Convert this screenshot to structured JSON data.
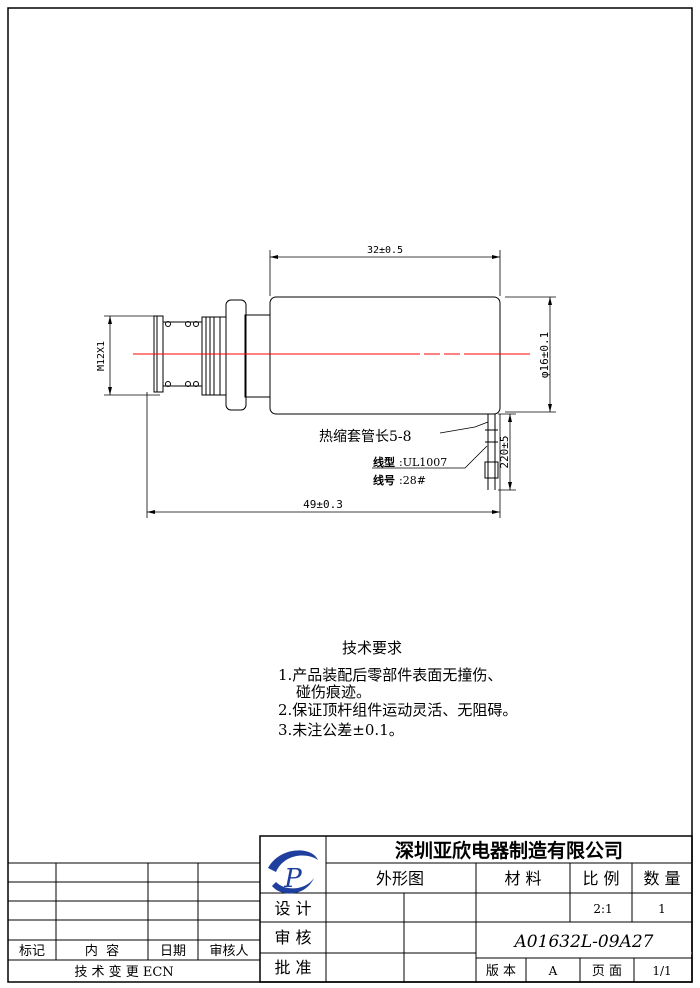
{
  "drawing": {
    "dim_length": "32±0.5",
    "dim_thread": "M12X1",
    "dim_diameter": "φ16±0.1",
    "dim_total": "49±0.3",
    "dim_wire": "220±5",
    "callout_sleeve": "热缩套管长5-8",
    "wire_type_label": "线型",
    "wire_type_value": ":UL1007",
    "wire_gauge_label": "线号",
    "wire_gauge_value": ":28#"
  },
  "requirements": {
    "title": "技术要求",
    "items": [
      "1.产品装配后零部件表面无撞伤、",
      "碰伤痕迹。",
      "2.保证顶杆组件运动灵活、无阻碍。",
      "3.未注公差±0.1。"
    ]
  },
  "title_block": {
    "company": "深圳亚欣电器制造有限公司",
    "logo_letter": "P",
    "part_name": "外形图",
    "material_label": "材 料",
    "scale_label": "比 例",
    "quantity_label": "数 量",
    "scale_value": "2:1",
    "quantity_value": "1",
    "design_label": "设 计",
    "review_label": "审 核",
    "approve_label": "批 准",
    "drawing_number": "A01632L-09A27",
    "version_label": "版 本",
    "version_value": "A",
    "page_label": "页 面",
    "page_value": "1/1"
  },
  "revision_block": {
    "col_mark": "标记",
    "col_content": "内  容",
    "col_date": "日期",
    "col_reviewer": "审核人",
    "footer": "技 术 变 更 ECN"
  },
  "colors": {
    "line": "#000000",
    "centerline": "#ff0000",
    "logo": "#1f3f9f"
  }
}
